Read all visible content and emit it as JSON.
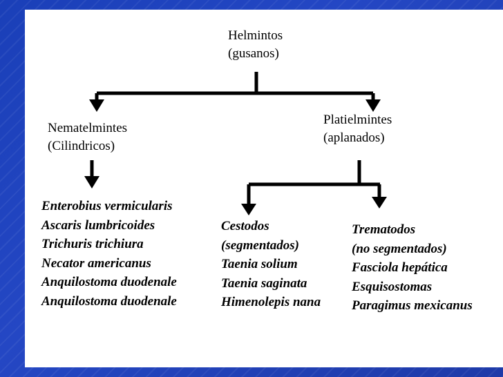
{
  "root": {
    "line1": "Helmintos",
    "line2": "(gusanos)"
  },
  "nematelmintes": {
    "line1": "Nematelmintes",
    "line2": "(Cilindricos)"
  },
  "platielmintes": {
    "line1": "Platielmintes",
    "line2": "(aplanados)"
  },
  "nematodes_list": [
    "Enterobius vermicularis",
    "Ascaris lumbricoides",
    "Trichuris trichiura",
    "Necator americanus",
    "Anquilostoma duodenale",
    "Anquilostoma duodenale"
  ],
  "cestodos": {
    "title": "Cestodos",
    "subtitle": "(segmentados)",
    "items": [
      "Taenia solium",
      "Taenia saginata",
      "Himenolepis nana"
    ]
  },
  "trematodos": {
    "title": "Trematodos",
    "subtitle": "(no segmentados)",
    "items": [
      "Fasciola hepática",
      "Esquisostomas",
      "Paragimus mexicanus"
    ]
  }
}
